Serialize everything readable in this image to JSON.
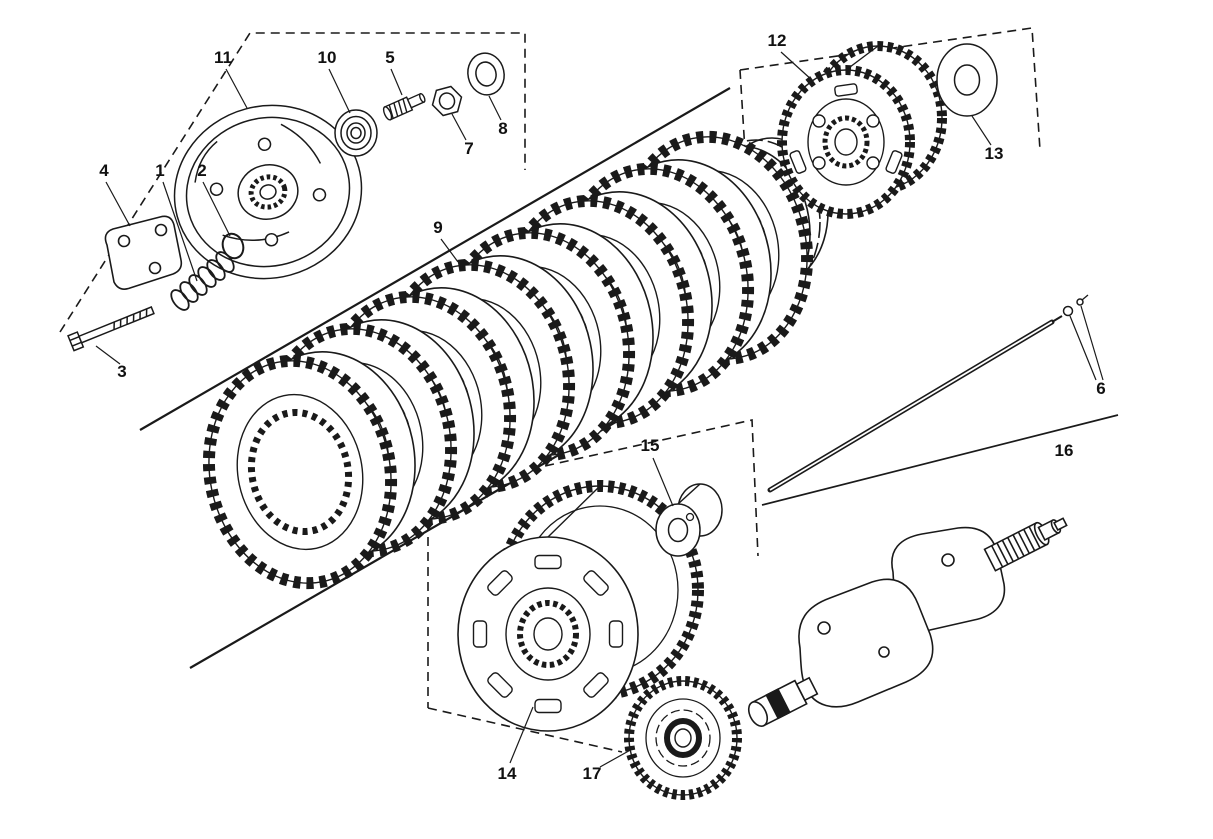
{
  "diagram": {
    "type": "exploded-parts-diagram",
    "colors": {
      "background": "#ffffff",
      "line": "#1a1a1a",
      "label": "#111111"
    },
    "parts": [
      {
        "number": "1"
      },
      {
        "number": "2"
      },
      {
        "number": "3"
      },
      {
        "number": "4"
      },
      {
        "number": "5"
      },
      {
        "number": "6"
      },
      {
        "number": "7"
      },
      {
        "number": "8"
      },
      {
        "number": "9"
      },
      {
        "number": "10"
      },
      {
        "number": "11"
      },
      {
        "number": "12"
      },
      {
        "number": "13"
      },
      {
        "number": "14"
      },
      {
        "number": "15"
      },
      {
        "number": "16"
      },
      {
        "number": "17"
      }
    ]
  }
}
